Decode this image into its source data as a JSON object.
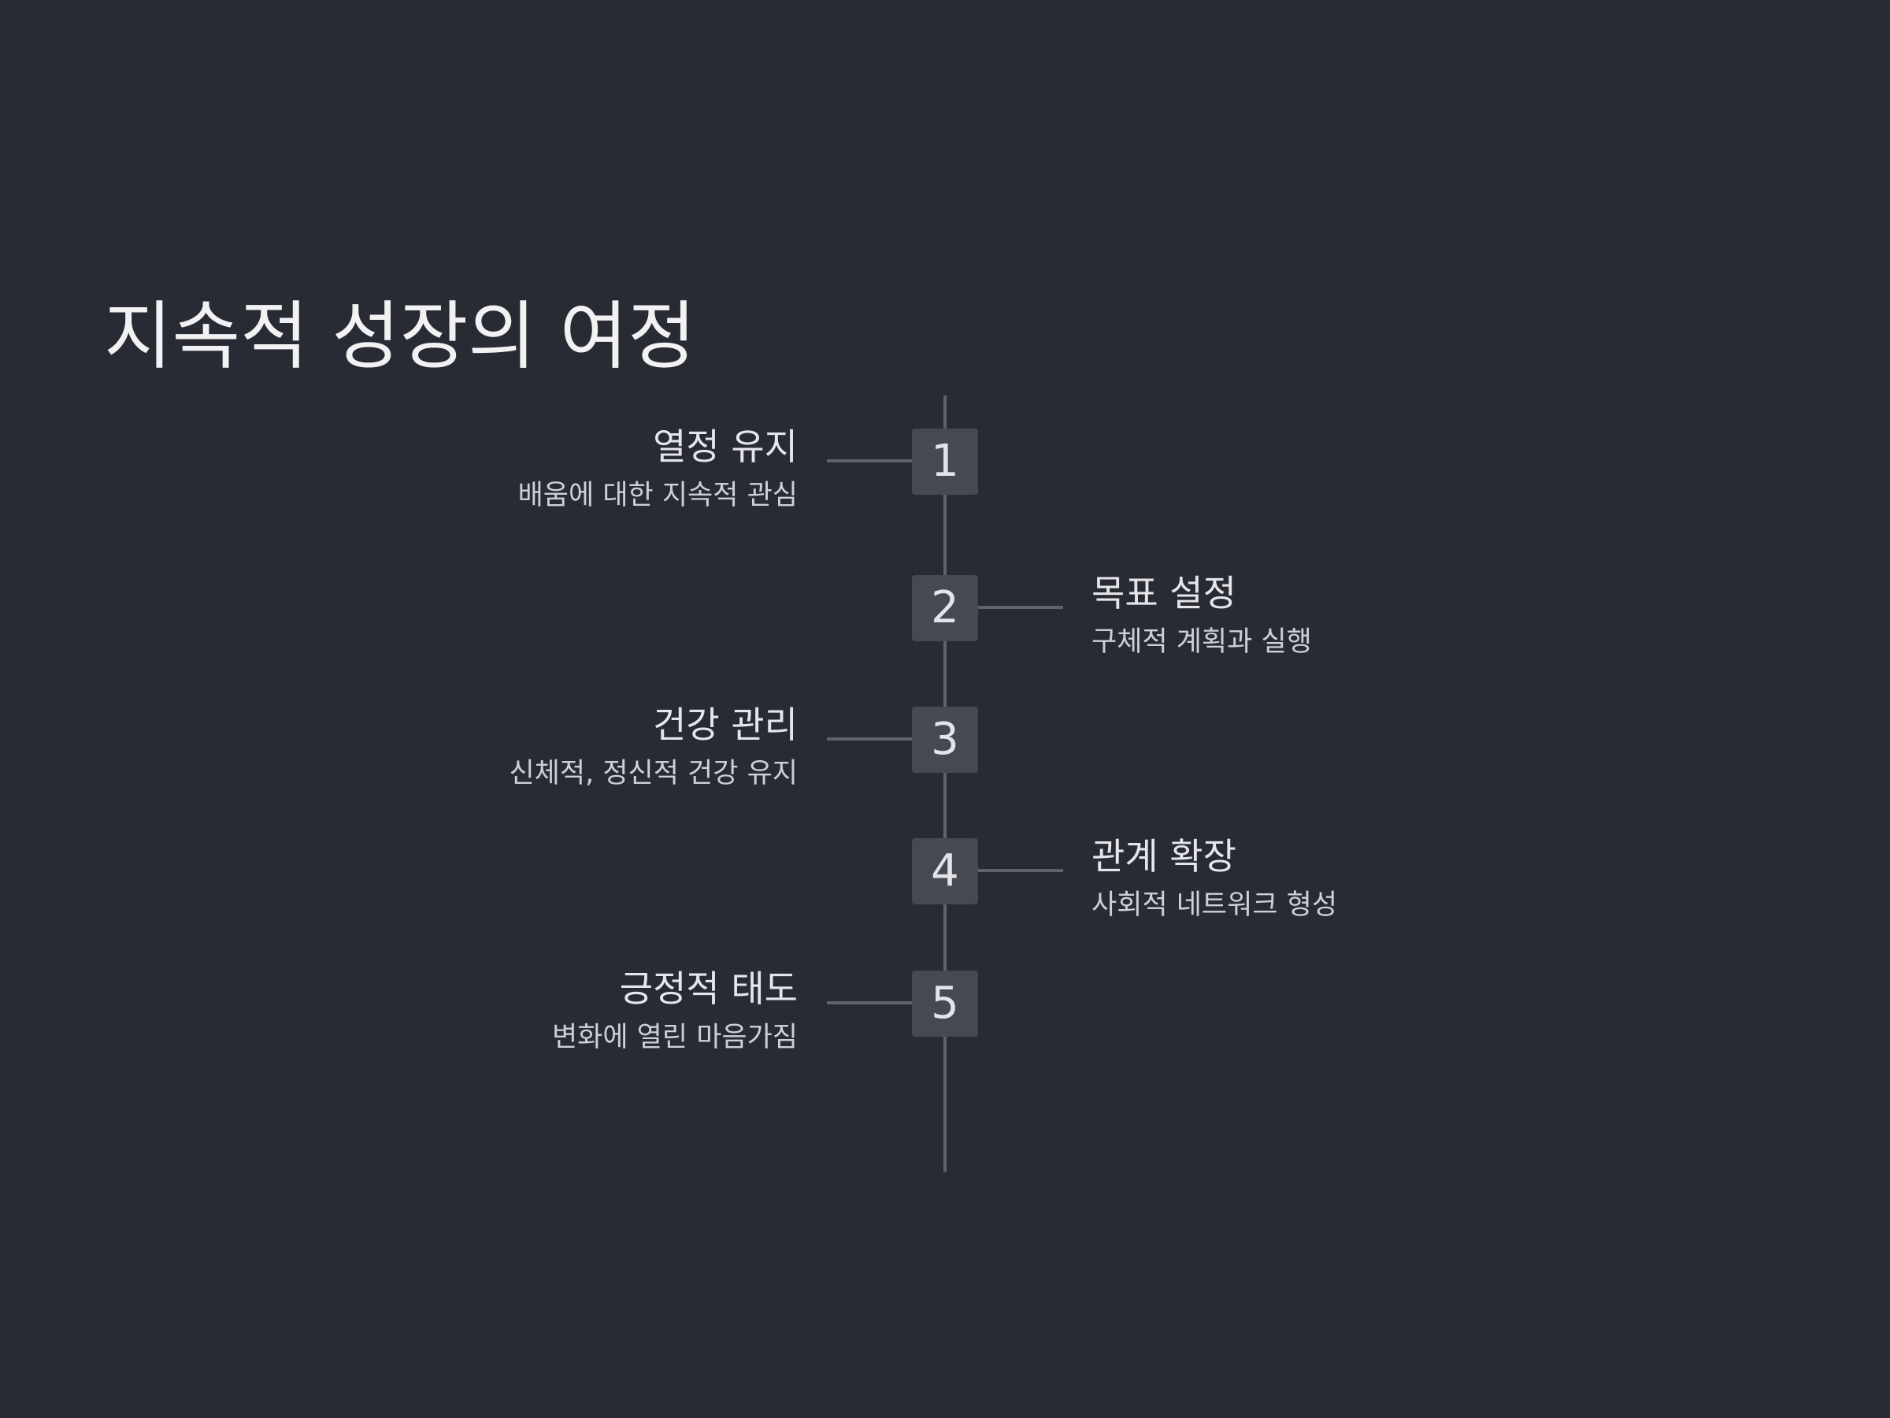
{
  "title": "지속적 성장의 여정",
  "colors": {
    "background": "#282b33",
    "line": "#61636b",
    "marker": "#464952",
    "text": "#e6e6ea"
  },
  "steps": [
    {
      "number": "1",
      "title": "열정 유지",
      "description": "배움에 대한 지속적 관심",
      "side": "left"
    },
    {
      "number": "2",
      "title": "목표 설정",
      "description": "구체적 계획과 실행",
      "side": "right"
    },
    {
      "number": "3",
      "title": "건강 관리",
      "description": "신체적, 정신적 건강 유지",
      "side": "left"
    },
    {
      "number": "4",
      "title": "관계 확장",
      "description": "사회적 네트워크 형성",
      "side": "right"
    },
    {
      "number": "5",
      "title": "긍정적 태도",
      "description": "변화에 열린 마음가짐",
      "side": "left"
    }
  ]
}
